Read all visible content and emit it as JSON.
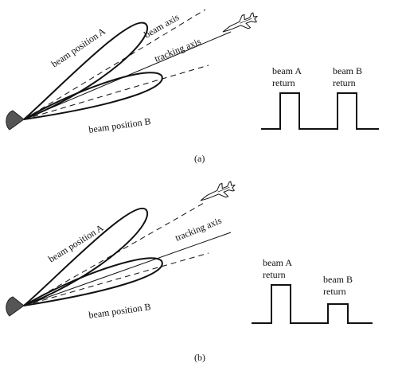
{
  "panels": [
    {
      "id": "a",
      "caption": "(a)",
      "labels": {
        "beam_position_a": "beam position A",
        "beam_position_b": "beam position B",
        "beam_axis": "beam axis",
        "tracking_axis": "tracking axis"
      },
      "returns": {
        "beam_a": [
          "beam A",
          "return"
        ],
        "beam_b": [
          "beam B",
          "return"
        ]
      }
    },
    {
      "id": "b",
      "caption": "(b)",
      "labels": {
        "beam_position_a": "beam position A",
        "beam_position_b": "beam position B",
        "tracking_axis": "tracking axis"
      },
      "returns": {
        "beam_a": [
          "beam A",
          "return"
        ],
        "beam_b": [
          "beam B",
          "return"
        ]
      }
    }
  ],
  "colors": {
    "ink": "#111111",
    "antenna": "#555555"
  },
  "icons": [
    "antenna-dish-icon",
    "jet-aircraft-icon"
  ]
}
